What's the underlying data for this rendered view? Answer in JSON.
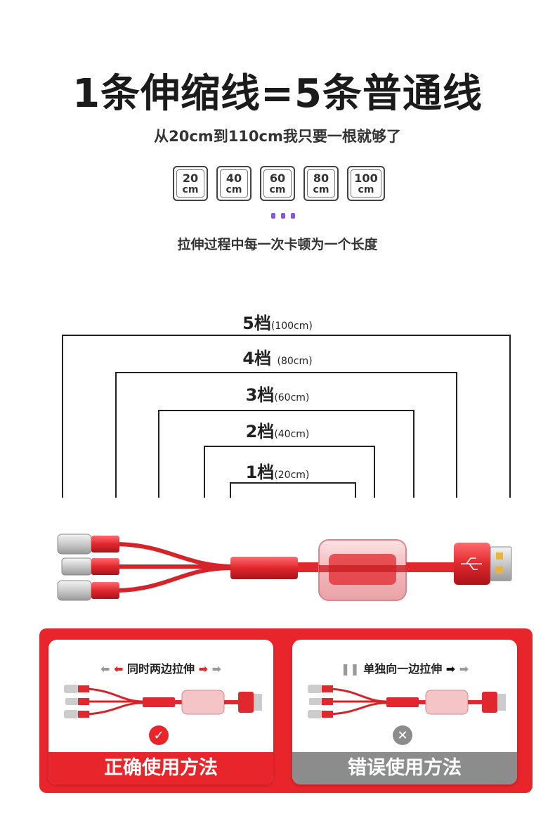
{
  "header": {
    "title": "1条伸缩线=5条普通线",
    "subtitle": "从20cm到110cm我只要一根就够了",
    "note": "拉伸过程中每一次卡顿为一个长度"
  },
  "lengths": [
    {
      "num": "20",
      "unit": "cm"
    },
    {
      "num": "40",
      "unit": "cm"
    },
    {
      "num": "60",
      "unit": "cm"
    },
    {
      "num": "80",
      "unit": "cm"
    },
    {
      "num": "100",
      "unit": "cm"
    }
  ],
  "levels": [
    {
      "gear": "5档",
      "len": "(100cm)"
    },
    {
      "gear": "4档",
      "len": "(80cm)"
    },
    {
      "gear": "3档",
      "len": "(60cm)"
    },
    {
      "gear": "2档",
      "len": "(40cm)"
    },
    {
      "gear": "1档",
      "len": "(20cm)"
    }
  ],
  "usage": {
    "correct": {
      "hint": "同时两边拉伸",
      "label": "正确使用方法"
    },
    "wrong": {
      "hint": "单独向一边拉伸",
      "label": "错误使用方法"
    }
  },
  "colors": {
    "accent_red": "#e8252b",
    "cable_red": "#e0282e",
    "dots_purple": "#8a55d8",
    "wrong_gray": "#8c8c8c"
  },
  "icons": [
    "usb-icon",
    "check-icon",
    "cross-icon",
    "arrow-left-icon",
    "arrow-right-icon",
    "pause-icon"
  ]
}
